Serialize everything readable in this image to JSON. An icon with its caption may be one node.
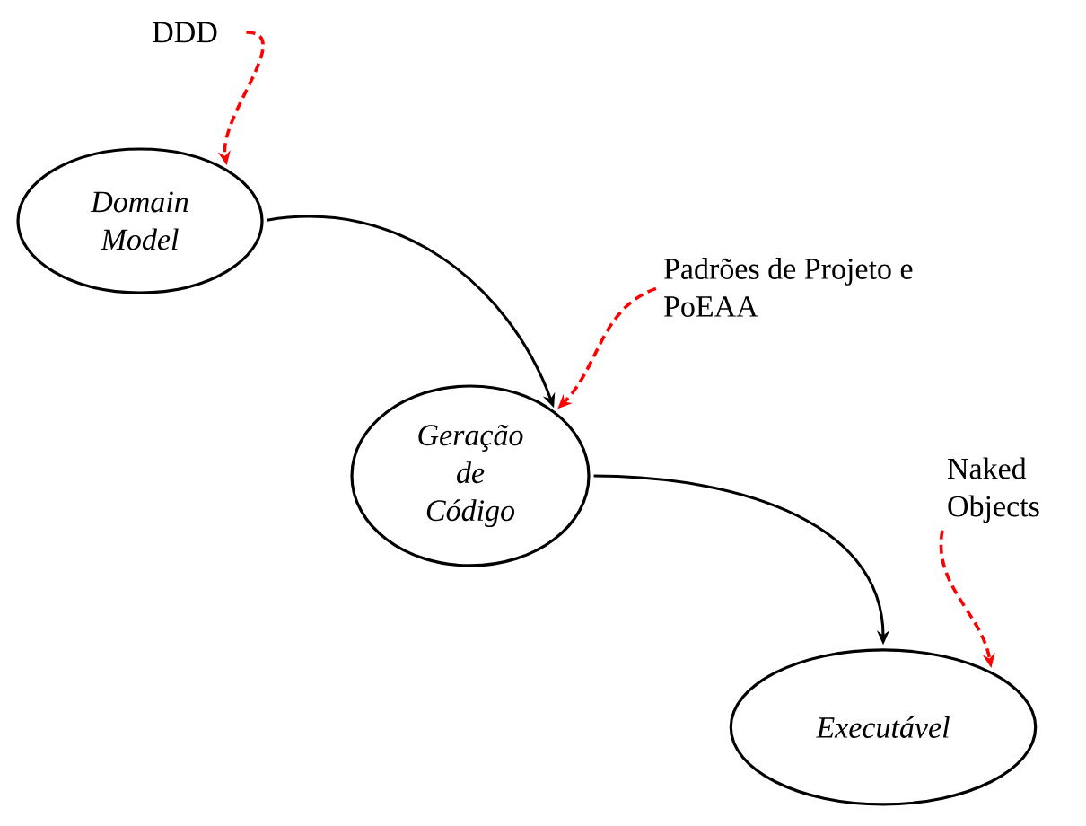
{
  "diagram": {
    "nodes": [
      {
        "text": [
          "DDD"
        ]
      },
      {
        "text": [
          "Domain Model"
        ]
      },
      {
        "text": [
          "Padrões de Projeto e PoEAA"
        ]
      },
      {
        "text": [
          "Geração de Código"
        ]
      },
      {
        "text": [
          "Naked Objects"
        ]
      },
      {
        "text": [
          "Executável"
        ]
      }
    ],
    "edges": [
      {
        "from": 0,
        "to": 1,
        "arrow": "to",
        "style": "dashed",
        "color": "#ff0000"
      },
      {
        "from": 1,
        "to": 3,
        "arrow": "to",
        "color": "#000000"
      },
      {
        "from": 2,
        "to": 3,
        "arrow": "to",
        "style": "dashed",
        "color": "#ff0000"
      },
      {
        "from": 3,
        "to": 5,
        "arrow": "to",
        "color": "#000000"
      },
      {
        "from": 4,
        "to": 5,
        "arrow": "to",
        "style": "dashed",
        "color": "#ff0000"
      }
    ]
  }
}
